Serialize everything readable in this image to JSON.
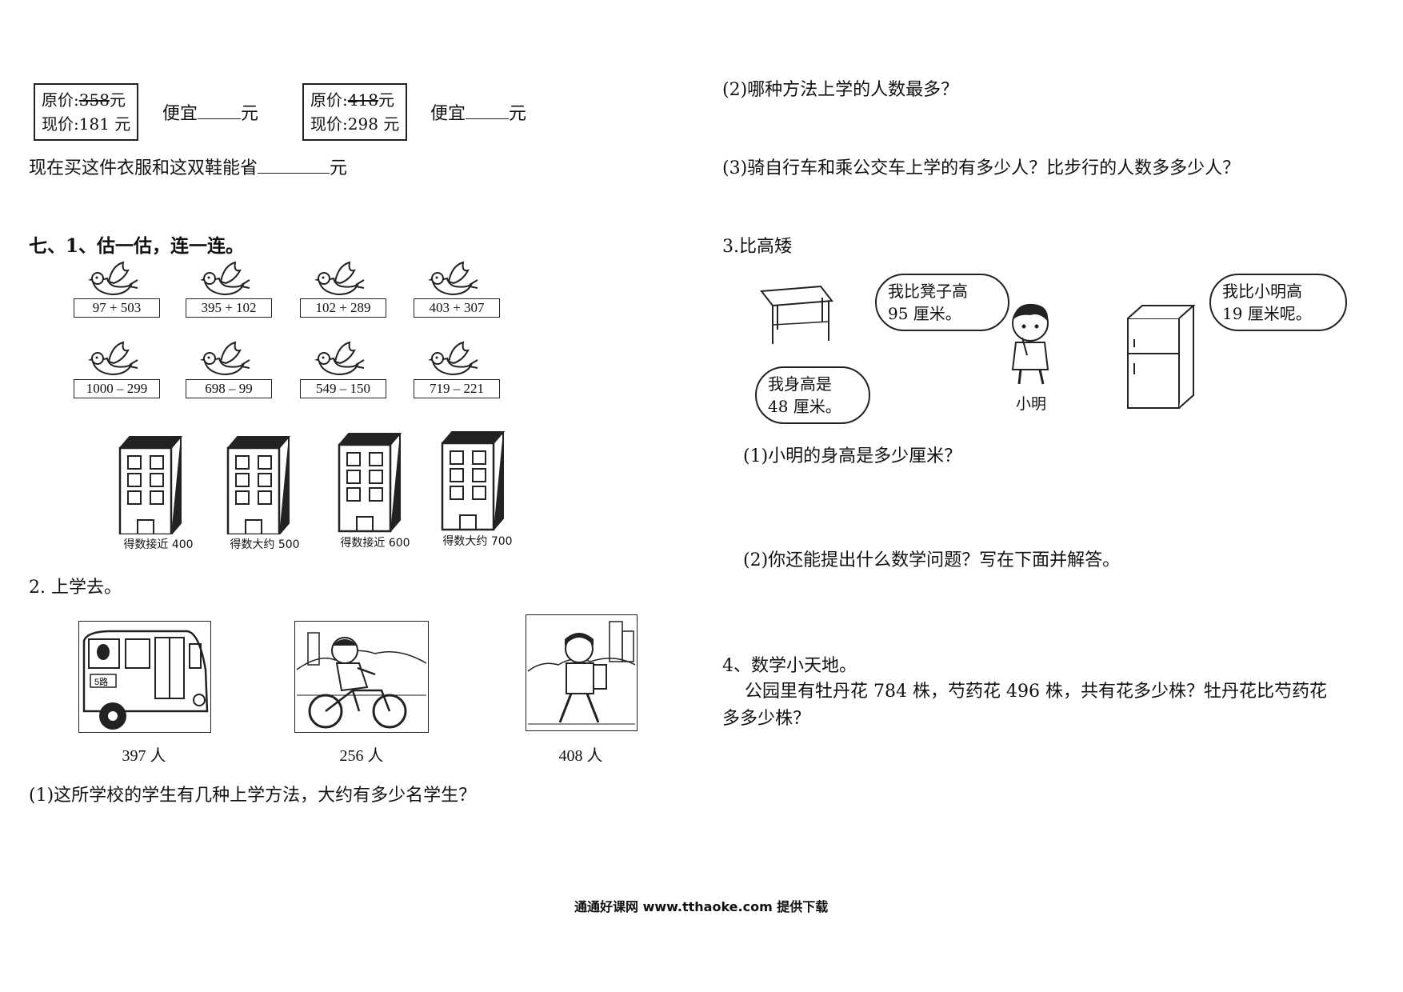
{
  "section6": {
    "box1": {
      "orig_label": "原价:",
      "orig_value": "358",
      "unit": "元",
      "now_label": "现价:",
      "now_value": "181",
      "now_unit": "元"
    },
    "cheaper1": {
      "label": "便宜",
      "unit": "元"
    },
    "box2": {
      "orig_label": "原价:",
      "orig_value": "418",
      "unit": "元",
      "now_label": "现价:",
      "now_value": "298",
      "now_unit": "元"
    },
    "cheaper2": {
      "label": "便宜",
      "unit": "元"
    },
    "save_prefix": "现在买这件衣服和这双鞋能省",
    "save_unit": "元"
  },
  "section7": {
    "title": "七、1、估一估，连一连。",
    "exprs_row1": [
      "97 + 503",
      "395 + 102",
      "102 + 289",
      "403 + 307"
    ],
    "exprs_row2": [
      "1000 – 299",
      "698 – 99",
      "549 – 150",
      "719 – 221"
    ],
    "buildings": [
      "得数接近 400",
      "得数大约 500",
      "得数接近 600",
      "得数大约 700"
    ]
  },
  "section2": {
    "title": "2.  上学去。",
    "counts": [
      "397 人",
      "256 人",
      "408 人"
    ],
    "bus_sign": "5路",
    "q1": "(1)这所学校的学生有几种上学方法，大约有多少名学生？",
    "q2": "(2)哪种方法上学的人数最多？",
    "q3": "(3)骑自行车和乘公交车上学的有多少人？比步行的人数多多少人？"
  },
  "section3": {
    "title": "3.比高矮",
    "bubble_boy": [
      "我比凳子高",
      "95 厘米。"
    ],
    "bubble_fridge": [
      "我比小明高",
      "19 厘米呢。"
    ],
    "bubble_stool": [
      "我身高是",
      "48 厘米。"
    ],
    "boy_label": "小明",
    "q1": "(1)小明的身高是多少厘米？",
    "q2": "(2)你还能提出什么数学问题？写在下面并解答。"
  },
  "section4": {
    "title": "4、数学小天地。",
    "line1": "公园里有牡丹花 784 株，芍药花 496 株，共有花多少株？牡丹花比芍药花",
    "line2": "多多少株？"
  },
  "footer": "通通好课网  www.tthaoke.com  提供下载"
}
